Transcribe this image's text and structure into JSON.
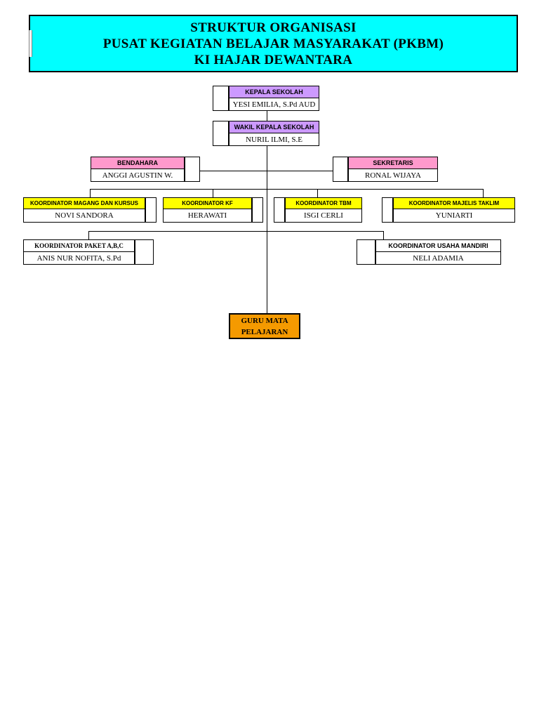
{
  "header": {
    "line1": "STRUKTUR ORGANISASI",
    "line2": "PUSAT KEGIATAN BELAJAR MASYARAKAT (PKBM)",
    "line3": "KI HAJAR DEWANTARA",
    "background_color": "#00FFFF",
    "border_color": "#000000"
  },
  "colors": {
    "kepala_sekolah": "#CC99FF",
    "wakil_kepala_sekolah": "#CC99FF",
    "bendahara": "#FF99CC",
    "sekretaris": "#FF99CC",
    "koordinator": "#FFFF00",
    "guru_mata_pelajaran": "#F59A00",
    "plain": "#FFFFFF",
    "line": "#000000"
  },
  "nodes": {
    "kepala_sekolah": {
      "title": "KEPALA  SEKOLAH",
      "name": "YESI EMILIA, S.Pd AUD"
    },
    "wakil_kepala_sekolah": {
      "title": "WAKIL KEPALA SEKOLAH",
      "name": "NURIL ILMI, S.E"
    },
    "bendahara": {
      "title": "BENDAHARA",
      "name": "ANGGI AGUSTIN W."
    },
    "sekretaris": {
      "title": "SEKRETARIS",
      "name": "RONAL WIJAYA"
    },
    "koordinator_magang": {
      "title": "KOORDINATOR MAGANG DAN KURSUS",
      "name": "NOVI SANDORA"
    },
    "koordinator_kf": {
      "title": "KOORDINATOR KF",
      "name": "HERAWATI"
    },
    "koordinator_tbm": {
      "title": "KOORDINATOR TBM",
      "name": "ISGI CERLI"
    },
    "koordinator_majelis_taklim": {
      "title": "KOORDINATOR MAJELIS  TAKLIM",
      "name": "YUNIARTI"
    },
    "koordinator_paket": {
      "title": "KOORDINATOR PAKET A,B,C",
      "name": "ANIS NUR NOFITA, S.Pd"
    },
    "koordinator_usaha_mandiri": {
      "title": "KOORDINATOR USAHA MANDIRI",
      "name": "NELI ADAMIA"
    },
    "guru_mata_pelajaran": {
      "line1": "GURU MATA",
      "line2": "PELAJARAN"
    }
  }
}
